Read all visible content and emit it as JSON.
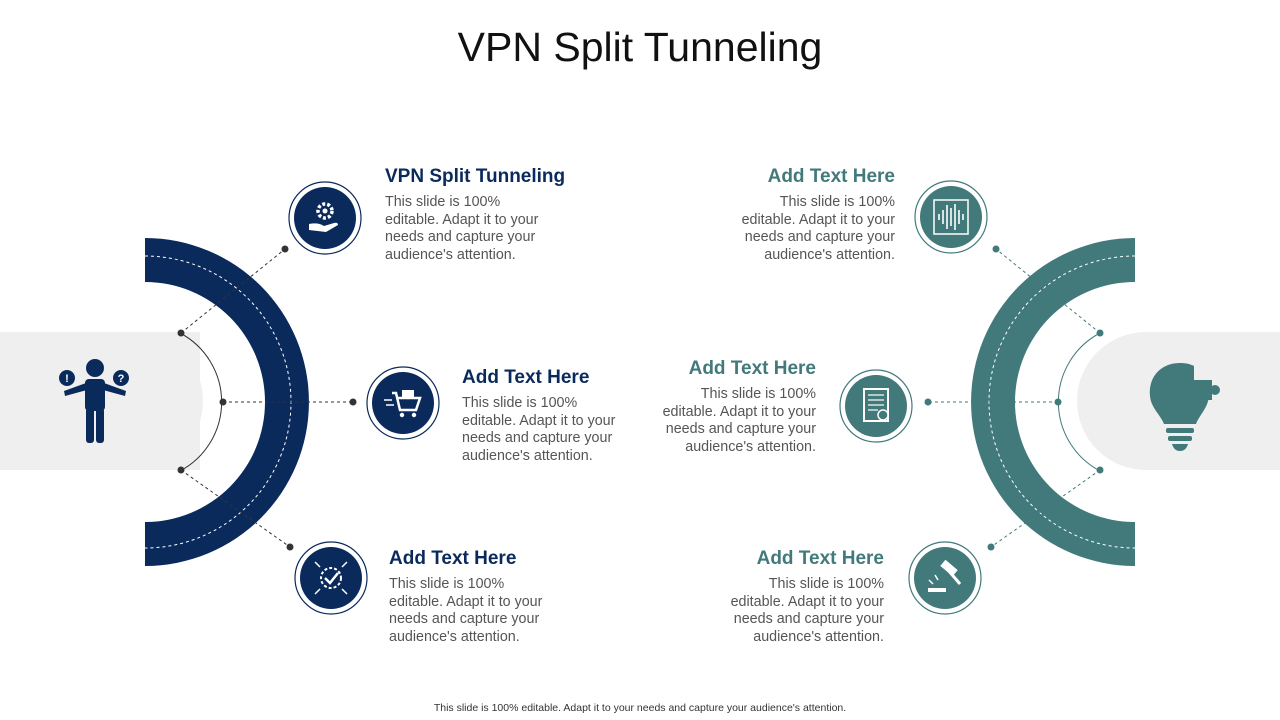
{
  "title": "VPN Split Tunneling",
  "colors": {
    "navy": "#0b2a5c",
    "teal": "#427a7c",
    "band": "#efefef"
  },
  "left": {
    "center_icon": "person-with-exclamation-and-question-icon",
    "items": [
      {
        "heading": "VPN Split Tunneling",
        "body": "This slide is 100% editable. Adapt it to your needs and capture your audience's attention.",
        "icon": "hand-holding-gear-icon"
      },
      {
        "heading": "Add Text Here",
        "body": "This slide is 100% editable. Adapt it to your needs and capture your audience's attention.",
        "icon": "shopping-cart-icon"
      },
      {
        "heading": "Add Text Here",
        "body": "This slide is 100% editable. Adapt it to your needs and capture your audience's attention.",
        "icon": "target-arrows-icon"
      }
    ]
  },
  "right": {
    "center_icon": "lightbulb-puzzle-icon",
    "items": [
      {
        "heading": "Add Text Here",
        "body": "This slide is 100% editable. Adapt it to your needs and capture your audience's attention.",
        "icon": "sound-wave-icon"
      },
      {
        "heading": "Add Text Here",
        "body": "This slide is 100% editable. Adapt it to your needs and capture your audience's attention.",
        "icon": "pound-document-icon"
      },
      {
        "heading": "Add Text Here",
        "body": "This slide is 100% editable. Adapt it to your needs and capture your audience's attention.",
        "icon": "gavel-icon"
      }
    ]
  },
  "footer": "This slide is 100% editable. Adapt it to your needs and capture your audience's attention."
}
